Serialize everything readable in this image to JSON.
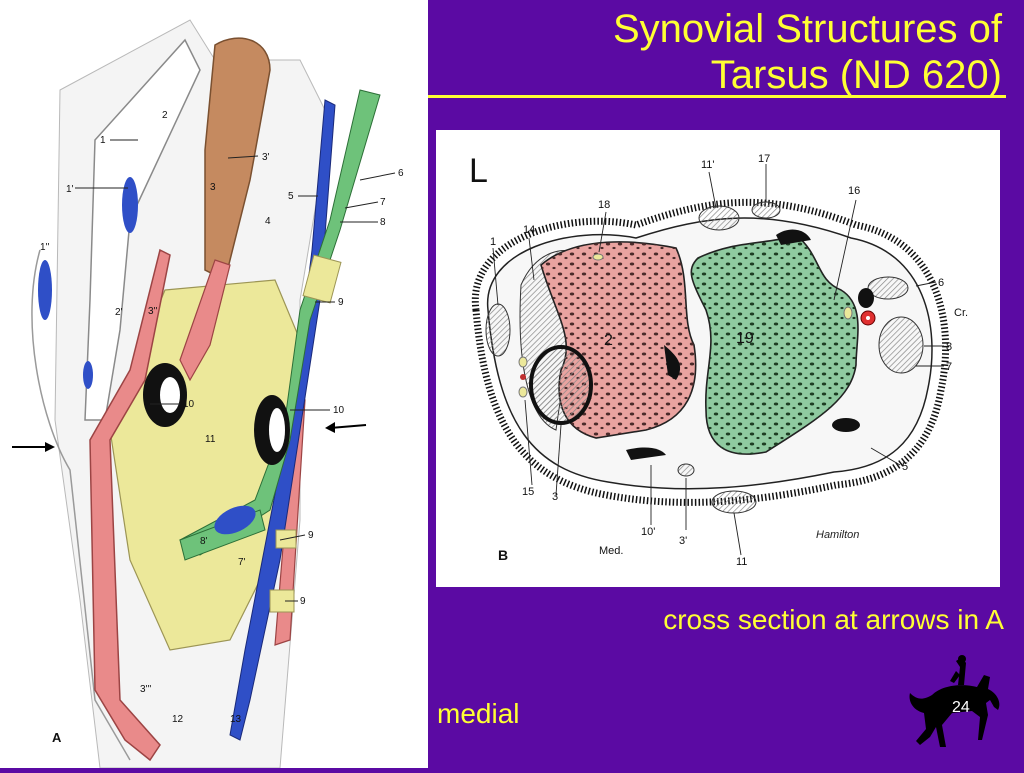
{
  "slide": {
    "title_line1": "Synovial Structures of",
    "title_line2": "Tarsus (ND 620)",
    "caption": "cross section at arrows in A",
    "medial_label": "medial",
    "page_number": "24"
  },
  "figure_a": {
    "panel_label": "A",
    "labels": [
      "1",
      "2",
      "1'",
      "1''",
      "2'",
      "3'",
      "3",
      "3''",
      "3'''",
      "4",
      "5",
      "6",
      "7",
      "8",
      "9",
      "9",
      "9",
      "10",
      "10",
      "11",
      "8'",
      "7'",
      "12",
      "13"
    ]
  },
  "figure_b": {
    "corner_label": "L",
    "panel_label": "B",
    "label_med": "Med.",
    "label_cr": "Cr.",
    "signature": "Hamilton",
    "bone_2": "2",
    "bone_19": "19",
    "labels": [
      "1",
      "14",
      "18",
      "11'",
      "17",
      "16",
      "6",
      "8",
      "7",
      "5",
      "15",
      "3",
      "10'",
      "3'",
      "11"
    ]
  },
  "colors": {
    "background": "#5b0aa3",
    "title": "#ffff33",
    "tendon": "#e98a8a",
    "ligament": "#ece89a",
    "vein": "#2f4fc7",
    "nerve": "#6ec27a",
    "muscle": "#c58a60"
  }
}
